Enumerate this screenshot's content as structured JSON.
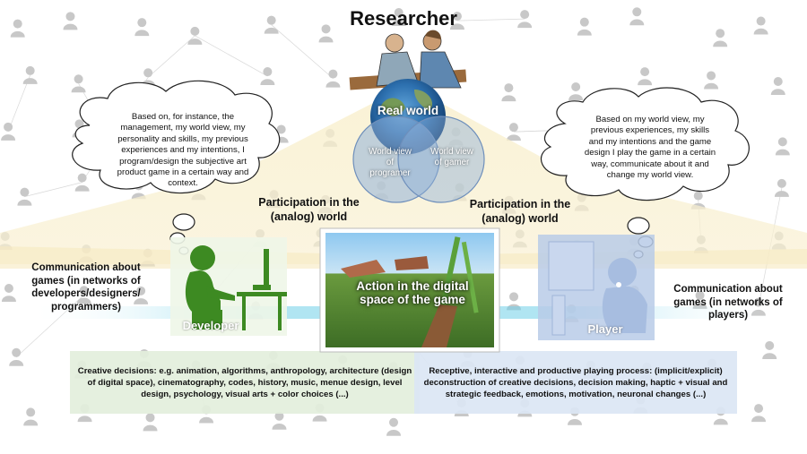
{
  "title": "Researcher",
  "bubble_left": "Based on, for instance, the management, my world view, my personality and skills, my previous experiences and my intentions, I program/design the subjective art product game in a certain way and context.",
  "bubble_right": "Based on my world view, my previous experiences, my skills and my intentions and the game design I play the game in a certain way, communicate about it and change my world view.",
  "real_world": "Real world",
  "venn_left": "World view of programer",
  "venn_right": "World view of gamer",
  "participation_left": "Participation in the (analog) world",
  "participation_right": "Participation in the (analog) world",
  "communication_left": "Communication about games (in networks of developers/designers/ programmers)",
  "communication_right": "Communication about games (in networks of players)",
  "developer": "Developer",
  "player": "Player",
  "game_action": "Action in the digital space of the game",
  "creative_panel": "Creative decisions: e.g. animation, algorithms, anthropology, architecture (design of digital space), cinematography, codes, history, music, menue design, level design, psychology, visual arts + color choices (...)",
  "receptive_panel": "Receptive, interactive and productive playing process: (implicit/explicit) deconstruction of creative decisions, decision making, haptic + visual and strategic feedback, emotions, motivation, neuronal changes (...)",
  "colors": {
    "developer_green": "#4a9a2a",
    "player_blue": "#b8cbe8",
    "yellow_band": "#f7edc8",
    "green_panel": "#e3efdc",
    "blue_panel": "#dbe6f4"
  }
}
